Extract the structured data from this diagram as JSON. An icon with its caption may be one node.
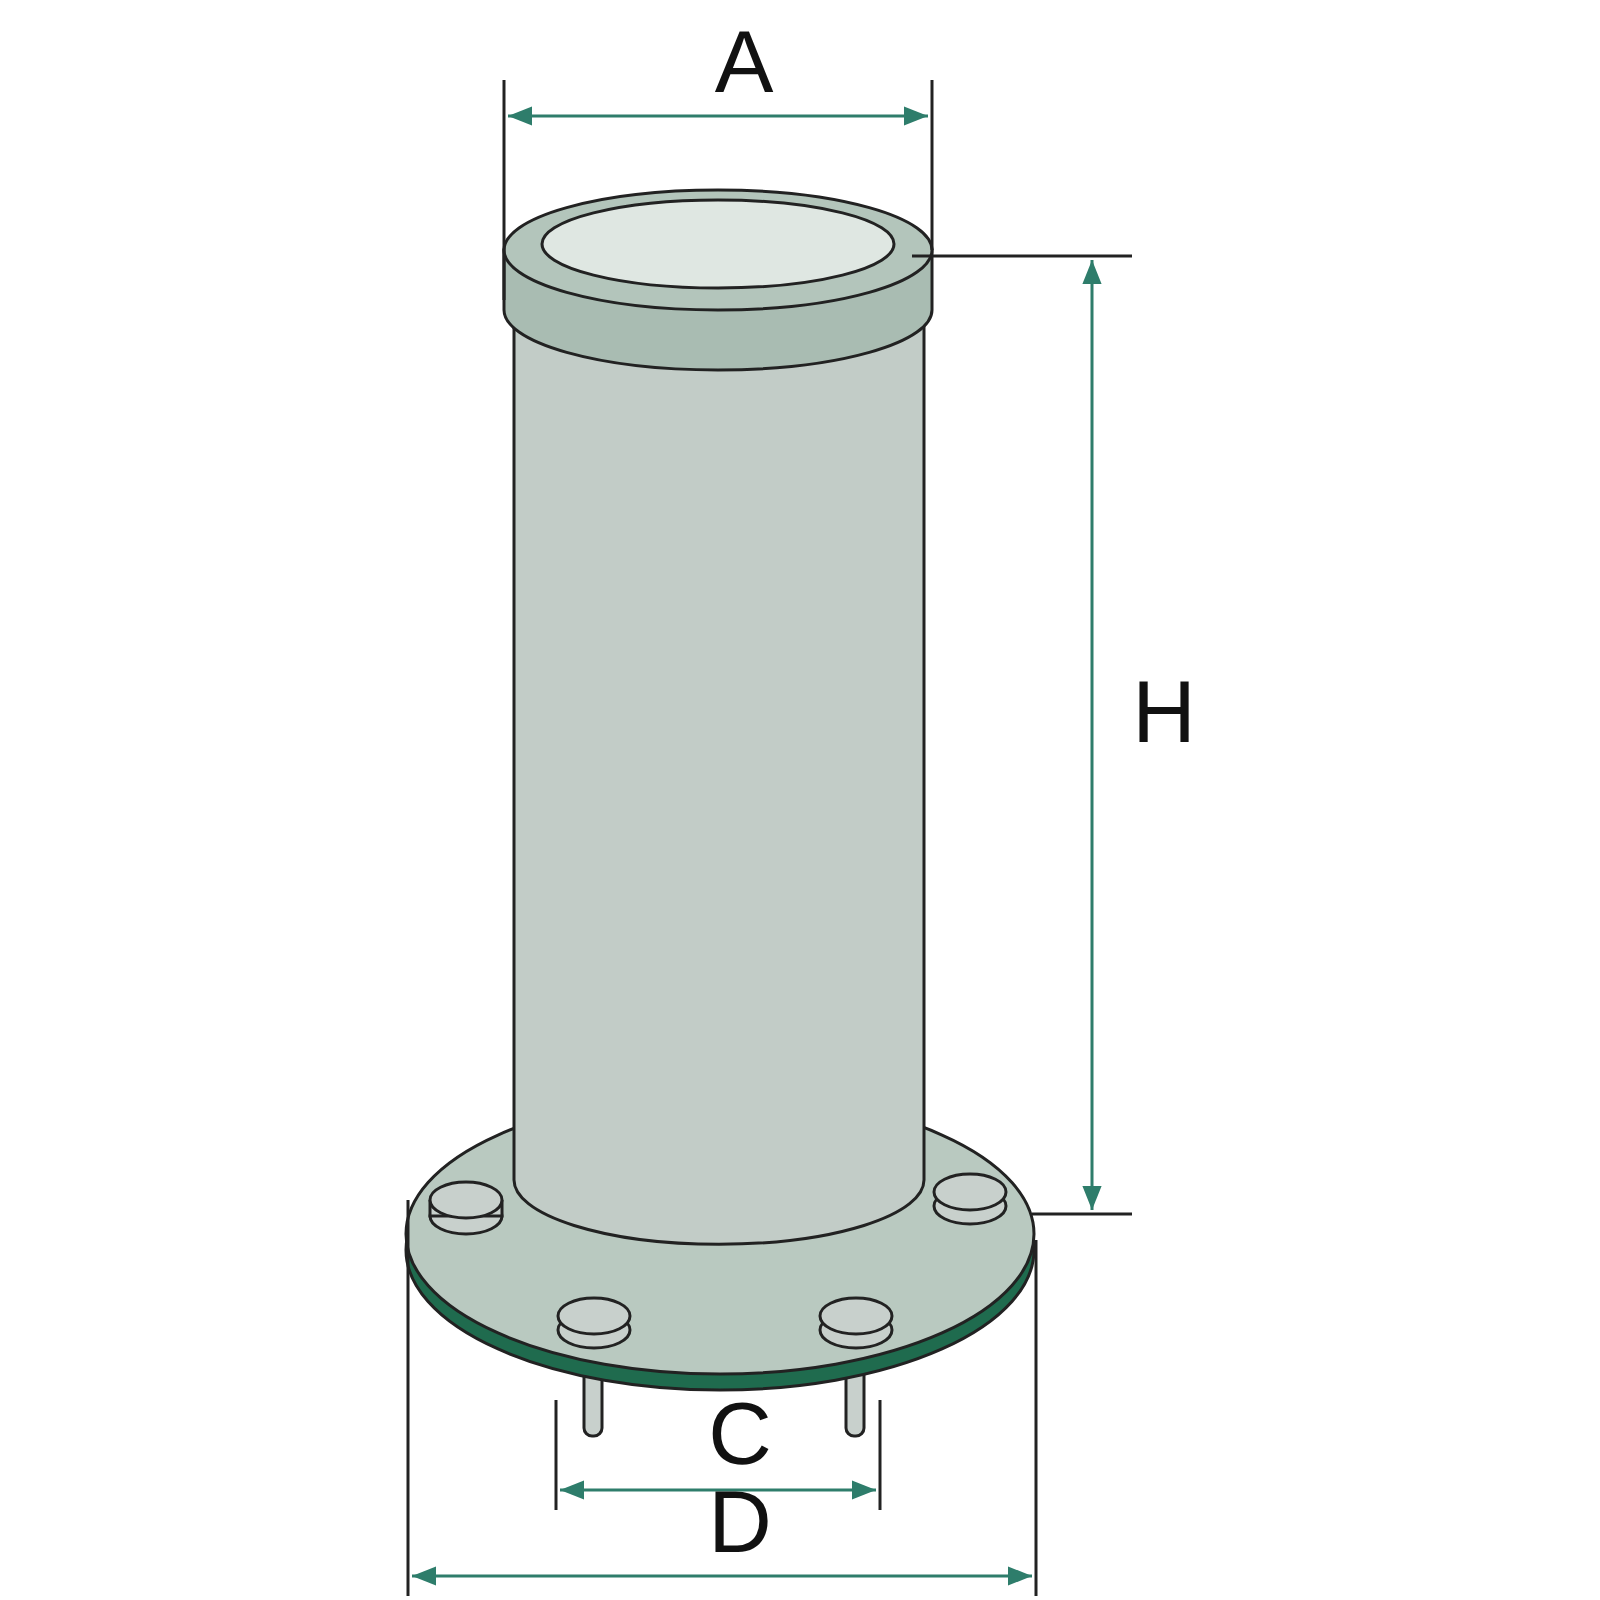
{
  "diagram": {
    "labels": [
      "A",
      "H",
      "C",
      "D"
    ]
  }
}
